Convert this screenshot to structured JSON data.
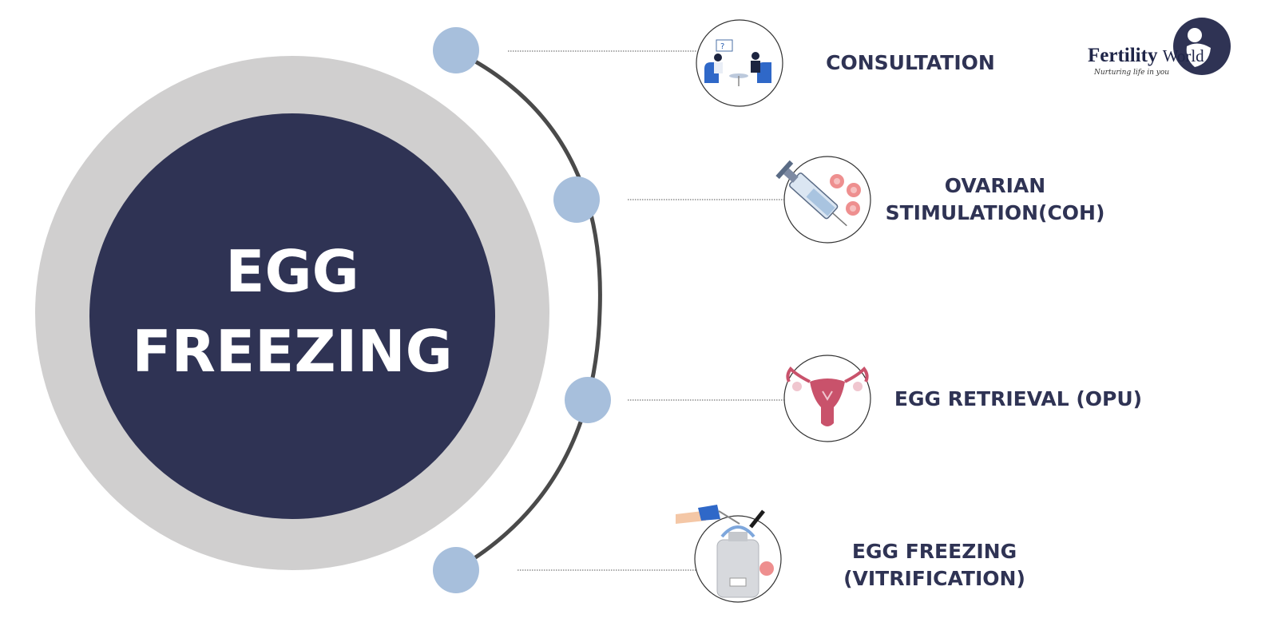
{
  "center": {
    "line1": "EGG",
    "line2": "FREEZING"
  },
  "steps": [
    {
      "lines": [
        "CONSULTATION"
      ],
      "icon": "consultation-icon"
    },
    {
      "lines": [
        "OVARIAN",
        "STIMULATION(COH)"
      ],
      "icon": "syringe-icon"
    },
    {
      "lines": [
        "EGG RETRIEVAL (OPU)"
      ],
      "icon": "uterus-icon"
    },
    {
      "lines": [
        "EGG FREEZING",
        "(VITRIFICATION)"
      ],
      "icon": "cryo-tank-icon"
    }
  ],
  "logo": {
    "name": "Fertility",
    "name2": "World",
    "tagline": "Nurturing life in you"
  },
  "colors": {
    "navy": "#2f3354",
    "ring": "#d0cfcf",
    "node": "#a7bfdc",
    "arc": "#4a4a4a",
    "text": "#2f3354"
  }
}
